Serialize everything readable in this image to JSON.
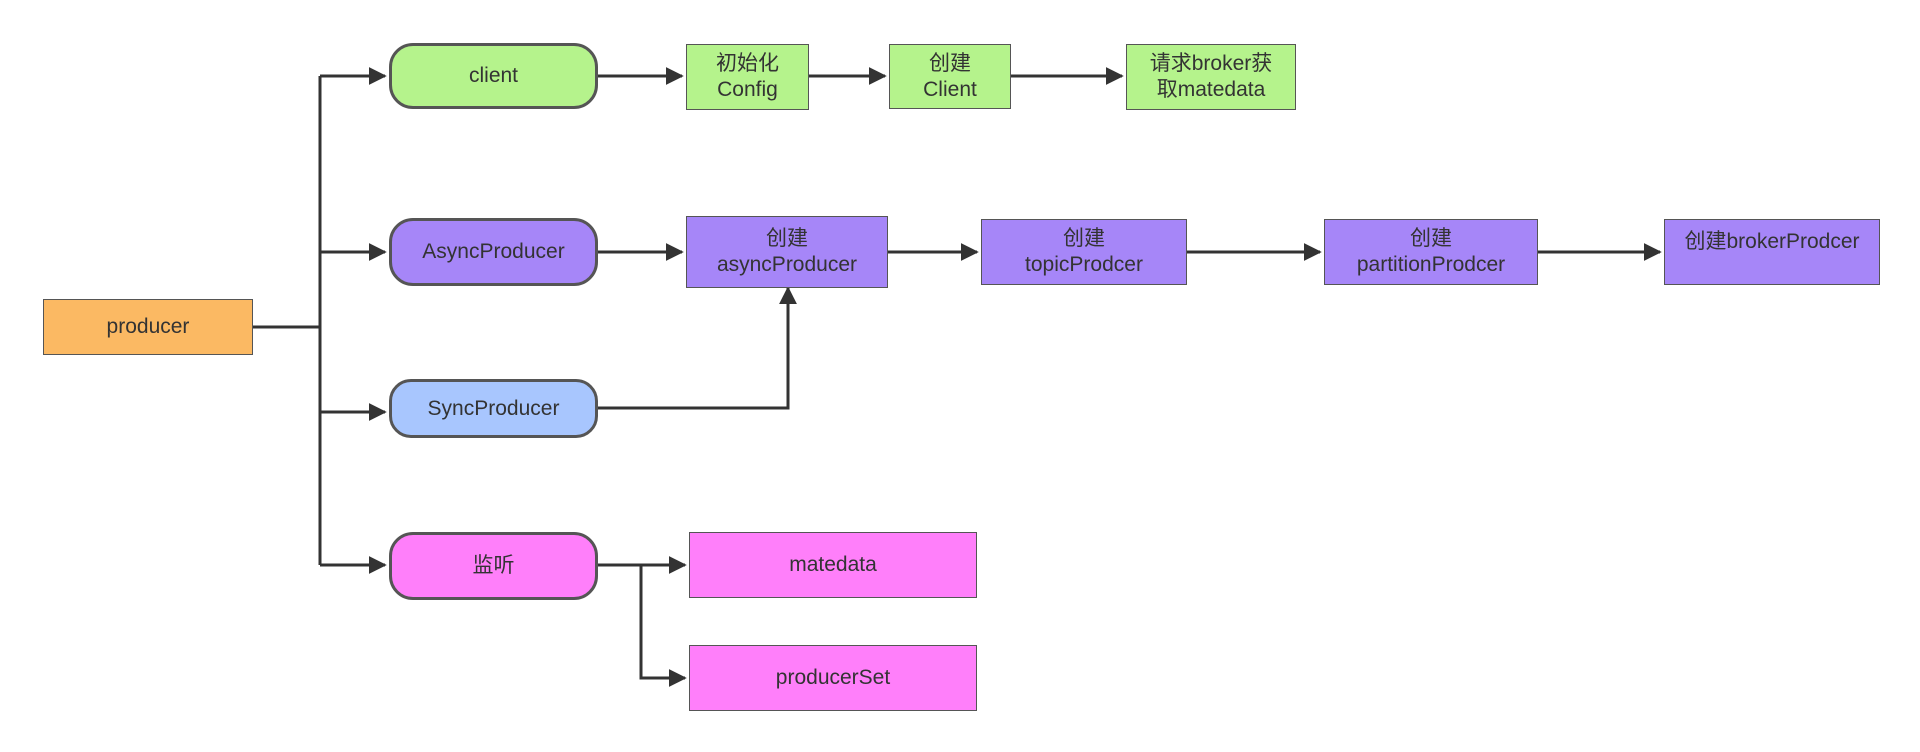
{
  "colors": {
    "orange": "#FBB963",
    "green": "#B5F38C",
    "purple": "#A686F8",
    "blue": "#A8C6FE",
    "pink": "#FF7FFA",
    "line": "#333333",
    "border": "#555555"
  },
  "nodes": {
    "producer": {
      "lines": [
        "producer"
      ]
    },
    "client": {
      "lines": [
        "client"
      ]
    },
    "init_config": {
      "lines": [
        "初始化",
        "Config"
      ]
    },
    "create_client": {
      "lines": [
        "创建",
        "Client"
      ]
    },
    "request_metadata": {
      "lines": [
        "请求broker获",
        "取matedata"
      ]
    },
    "async_producer": {
      "lines": [
        "AsyncProducer"
      ]
    },
    "create_async_producer": {
      "lines": [
        "创建",
        "asyncProducer"
      ]
    },
    "create_topic_producer": {
      "lines": [
        "创建",
        "topicProdcer"
      ]
    },
    "create_partition_producer": {
      "lines": [
        "创建",
        "partitionProdcer"
      ]
    },
    "create_broker_producer": {
      "lines": [
        "创建brokerProdcer"
      ]
    },
    "sync_producer": {
      "lines": [
        "SyncProducer"
      ]
    },
    "listen": {
      "lines": [
        "监听"
      ]
    },
    "matedata": {
      "lines": [
        "matedata"
      ]
    },
    "producer_set": {
      "lines": [
        "producerSet"
      ]
    }
  }
}
